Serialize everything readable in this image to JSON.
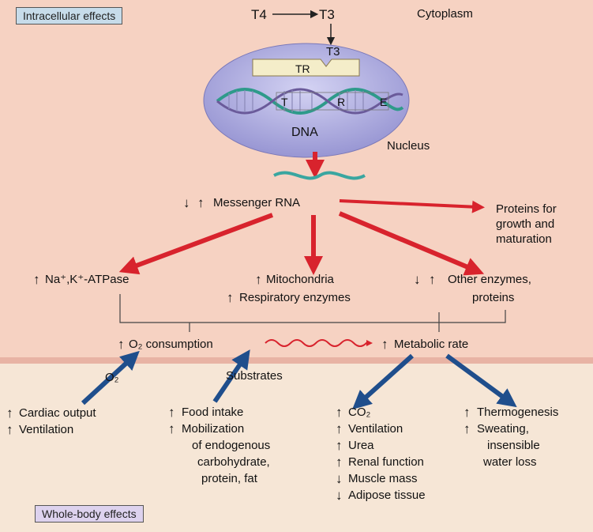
{
  "labels": {
    "intracellular_effects": "Intracellular effects",
    "whole_body_effects": "Whole-body effects",
    "t4": "T4",
    "t3_top": "T3",
    "t3_inner": "T3",
    "cytoplasm": "Cytoplasm",
    "tr": "TR",
    "tre_t": "T",
    "tre_r": "R",
    "tre_e": "E",
    "dna": "DNA",
    "nucleus": "Nucleus",
    "messenger_rna": "Messenger RNA",
    "proteins_growth": [
      "Proteins for",
      "growth and",
      "maturation"
    ],
    "na_k_atpase": "Na⁺,K⁺-ATPase",
    "mitochondria": "Mitochondria",
    "respiratory_enzymes": "Respiratory enzymes",
    "other_enzymes": [
      "Other enzymes,",
      "proteins"
    ],
    "o2_consumption": "O₂ consumption",
    "metabolic_rate": "Metabolic rate",
    "o2": "O₂",
    "substrates": "Substrates",
    "cardiac_output": "Cardiac output",
    "ventilation_left": "Ventilation",
    "food_intake": "Food intake",
    "mobilization": [
      "Mobilization",
      "of endogenous",
      "carbohydrate,",
      "protein, fat"
    ],
    "co2": "CO₂",
    "ventilation_mid": "Ventilation",
    "urea": "Urea",
    "renal_function": "Renal function",
    "muscle_mass": "Muscle mass",
    "adipose_tissue": "Adipose tissue",
    "thermogenesis": "Thermogenesis",
    "sweating": [
      "Sweating,",
      "insensible",
      "water loss"
    ]
  },
  "symbols": {
    "up": "↑",
    "down": "↓"
  },
  "colors": {
    "top_bg": "#f6d2c2",
    "bottom_bg": "#f6e6d6",
    "red_arrow": "#d8232d",
    "blue_arrow": "#1f4e8c",
    "nucleus_fill": "#b3b2e2",
    "label_box_top": "#c7dcea",
    "label_box_bottom": "#ddd2ee"
  }
}
